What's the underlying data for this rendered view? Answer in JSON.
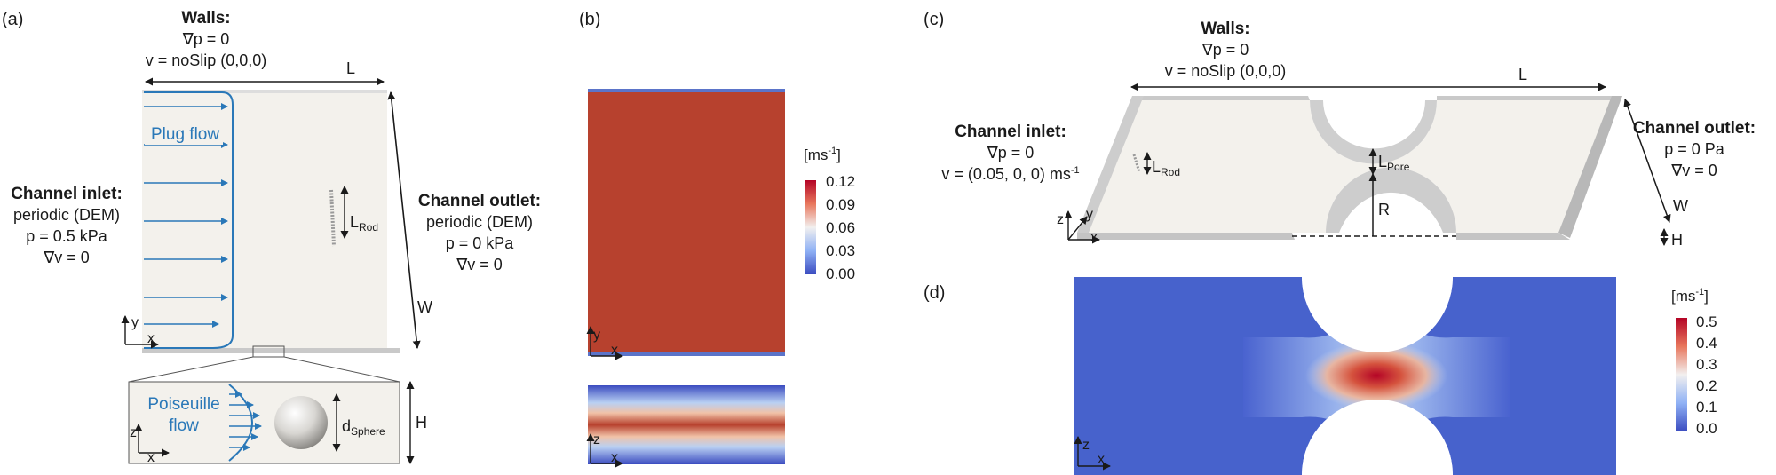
{
  "panels": {
    "a": {
      "label": "(a)",
      "walls_title": "Walls:",
      "walls_line1": "∇p = 0",
      "walls_line2": "v = noSlip (0,0,0)",
      "length": "L",
      "width": "W",
      "height": "H",
      "inlet_title": "Channel inlet:",
      "inlet_line1": "periodic (DEM)",
      "inlet_line2": "p = 0.5 kPa",
      "inlet_line3": "∇v = 0",
      "outlet_title": "Channel outlet:",
      "outlet_line1": "periodic (DEM)",
      "outlet_line2": "p = 0 kPa",
      "outlet_line3": "∇v = 0",
      "plug_flow": "Plug flow",
      "rod_label": "L",
      "rod_sub": "Rod",
      "poiseuille_1": "Poiseuille",
      "poiseuille_2": "flow",
      "sphere_label": "d",
      "sphere_sub": "Sphere",
      "axis_y": "y",
      "axis_x": "x",
      "axis_z": "z"
    },
    "b": {
      "label": "(b)",
      "unit": "[ms",
      "unit_exp": "-1",
      "unit_close": "]",
      "ticks": [
        "0.12",
        "0.09",
        "0.06",
        "0.03",
        "0.00"
      ],
      "axis_y": "y",
      "axis_x": "x",
      "axis_z": "z"
    },
    "c": {
      "label": "(c)",
      "walls_title": "Walls:",
      "walls_line1": "∇p = 0",
      "walls_line2": "v = noSlip (0,0,0)",
      "length": "L",
      "width": "W",
      "height": "H",
      "radius": "R",
      "inlet_title": "Channel inlet:",
      "inlet_line1": "∇p = 0",
      "inlet_line2": "v = (0.05, 0, 0) ms",
      "inlet_exp": "-1",
      "outlet_title": "Channel outlet:",
      "outlet_line1": "p = 0 Pa",
      "outlet_line2": "∇v = 0",
      "rod_label": "L",
      "rod_sub": "Rod",
      "pore_label": "L",
      "pore_sub": "Pore",
      "axis_z": "z",
      "axis_y": "y",
      "axis_x": "x"
    },
    "d": {
      "label": "(d)",
      "unit": "[ms",
      "unit_exp": "-1",
      "unit_close": "]",
      "ticks": [
        "0.5",
        "0.4",
        "0.3",
        "0.2",
        "0.1",
        "0.0"
      ],
      "axis_z": "z",
      "axis_x": "x"
    }
  },
  "colors": {
    "flow_blue": "#2a78b8",
    "velocity_high": "#b7412e",
    "velocity_low": "#3b4cc0",
    "wall_gray": "#c9c9c9",
    "domain_fill": "#f3f1ec"
  }
}
